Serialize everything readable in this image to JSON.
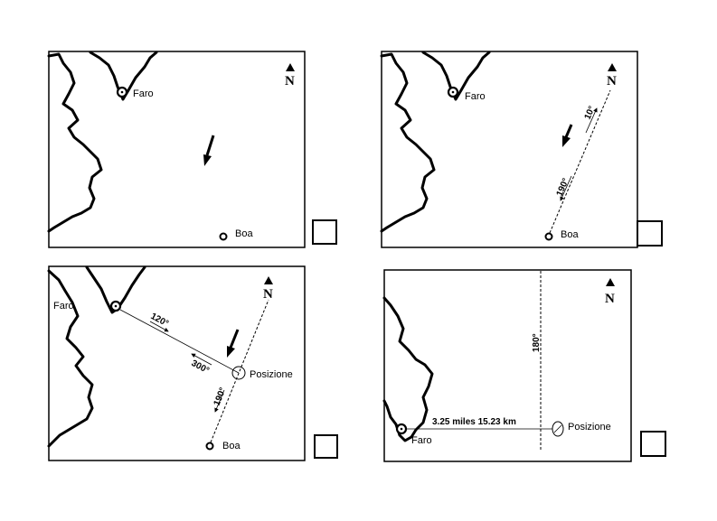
{
  "colors": {
    "ink": "#000000",
    "background": "#ffffff"
  },
  "panels": [
    {
      "id": "panel-1",
      "north": "N",
      "faro": "Faro",
      "boa": "Boa",
      "icons": [
        "north-arrow-icon",
        "current-arrow-icon",
        "buoy-icon",
        "lighthouse-icon"
      ]
    },
    {
      "id": "panel-2",
      "north": "N",
      "faro": "Faro",
      "boa": "Boa",
      "bearing_fwd": "10°",
      "bearing_back": "190°"
    },
    {
      "id": "panel-3",
      "north": "N",
      "faro": "Faro",
      "boa": "Boa",
      "posizione": "Posizione",
      "bearing_faro_fwd": "120°",
      "bearing_faro_back": "300°",
      "bearing_boa": "190°"
    },
    {
      "id": "panel-4",
      "north": "N",
      "faro": "Faro",
      "posizione": "Posizione",
      "bearing": "180°",
      "distance": "3.25 miles 15.23 km"
    }
  ]
}
